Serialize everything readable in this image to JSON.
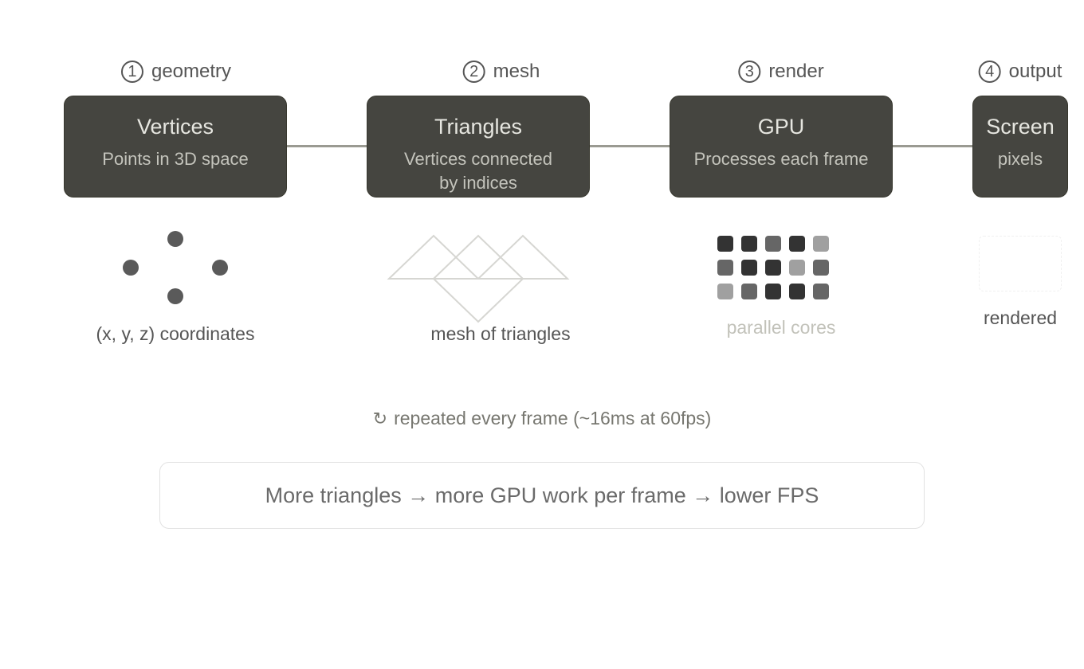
{
  "steps": [
    {
      "num": "1",
      "label": "geometry",
      "title": "Vertices",
      "sub": "Points in 3D space",
      "caption": "(x, y, z) coordinates"
    },
    {
      "num": "2",
      "label": "mesh",
      "title": "Triangles",
      "sub": "Vertices connected by indices",
      "caption": "mesh of triangles"
    },
    {
      "num": "3",
      "label": "render",
      "title": "GPU",
      "sub": "Processes each frame",
      "caption": "parallel cores"
    },
    {
      "num": "4",
      "label": "output",
      "title": "Screen",
      "sub": "pixels",
      "caption": "rendered"
    }
  ],
  "repeat": {
    "icon": "refresh-icon",
    "text": "repeated every frame (~16ms at 60fps)"
  },
  "summary": "More triangles → more GPU work per frame → lower FPS",
  "colors": {
    "card_bg": "#454540",
    "dark_core": "#333333",
    "mid_core": "#666666",
    "light_core": "#a0a0a0"
  },
  "gpu_cores": [
    [
      "dark",
      "dark",
      "mid",
      "dark",
      "light"
    ],
    [
      "mid",
      "dark",
      "dark",
      "light",
      "mid"
    ],
    [
      "light",
      "mid",
      "dark",
      "dark",
      "mid"
    ]
  ]
}
